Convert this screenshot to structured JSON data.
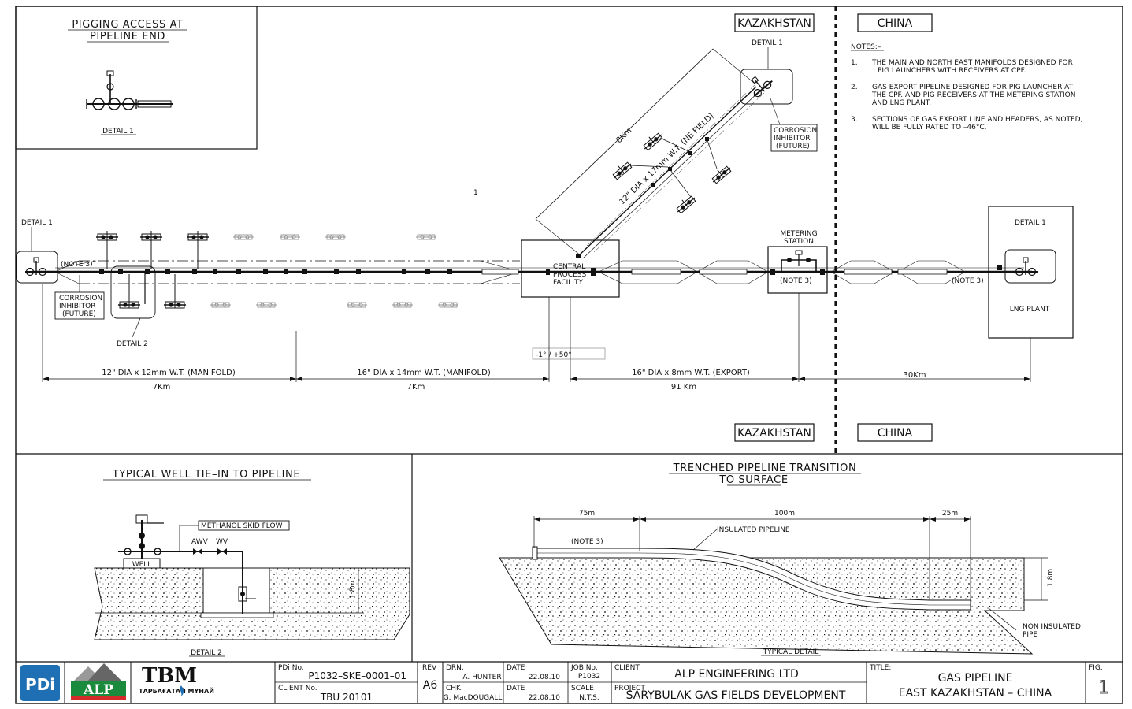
{
  "pigging": {
    "title_line1": "PIGGING ACCESS AT",
    "title_line2": "PIPELINE END",
    "detail_label": "DETAIL 1"
  },
  "country": {
    "left": "KAZAKHSTAN",
    "right": "CHINA"
  },
  "notes": {
    "heading": "NOTES:–",
    "items": [
      {
        "num": "1.",
        "line1": "THE MAIN AND NORTH EAST MANIFOLDS DESIGNED FOR",
        "line2": "PIG LAUNCHERS WITH RECEIVERS AT CPF.",
        "line3": ""
      },
      {
        "num": "2.",
        "line1": "GAS EXPORT PIPELINE DESIGNED FOR PIG LAUNCHER AT",
        "line2": "THE CPF. AND PIG RECEIVERS AT THE METERING STATION",
        "line3": "AND LNG PLANT."
      },
      {
        "num": "3.",
        "line1": "SECTIONS OF GAS EXPORT LINE AND HEADERS, AS NOTED,",
        "line2": "WILL BE FULLY RATED TO –46°C.",
        "line3": ""
      }
    ]
  },
  "main": {
    "detail1": "DETAIL 1",
    "detail2": "DETAIL 2",
    "note3": "(NOTE 3)",
    "sheet_number": "1",
    "corrosion_left": [
      "CORROSION",
      "INHIBITOR",
      "(FUTURE)"
    ],
    "corrosion_right": [
      "CORROSION",
      "INHIBITOR",
      "(FUTURE)"
    ],
    "cpf": [
      "CENTRAL",
      "PROCESS",
      "FACILITY"
    ],
    "metering": [
      "METERING",
      "STATION"
    ],
    "lng_plant": "LNG PLANT",
    "temperature": "-1° / +50°",
    "ne_field_pipe": "12\" DIA x 17mm W.T. (NE FIELD)",
    "ne_field_length": "8Km",
    "sections": [
      {
        "desc": "12\" DIA x 12mm W.T. (MANIFOLD)",
        "length": "7Km"
      },
      {
        "desc": "16\" DIA x 14mm W.T. (MANIFOLD)",
        "length": "7Km"
      },
      {
        "desc": "16\" DIA x 8mm W.T. (EXPORT)",
        "length": "91 Km"
      },
      {
        "desc": "",
        "length": "30Km"
      }
    ]
  },
  "well_tiein": {
    "title": "TYPICAL WELL TIE–IN TO PIPELINE",
    "methanol": "METHANOL SKID FLOW",
    "awv": "AWV",
    "wv": "WV",
    "well": "WELL",
    "depth": "1.8m",
    "detail_label": "DETAIL 2"
  },
  "trench": {
    "title_line1": "TRENCHED PIPELINE TRANSITION",
    "title_line2": "TO SURFACE",
    "dim1": "75m",
    "dim2": "100m",
    "dim3": "25m",
    "insulated": "INSULATED PIPELINE",
    "note3": "(NOTE 3)",
    "depth": "1.8m",
    "non_insulated_line1": "NON INSULATED",
    "non_insulated_line2": "PIPE",
    "detail_label": "TYPICAL DETAIL"
  },
  "titleblock": {
    "logo_pdi": "PDi",
    "logo_alp": "ALP",
    "logo_tbm": "TBM",
    "logo_tbm_sub": "ТАРБАҒАТАЙ МҰНАЙ",
    "pdi_no_label": "PDi No.",
    "pdi_no": "P1032–SKE–0001–01",
    "client_no_label": "CLIENT No.",
    "client_no": "TBU 20101",
    "rev_label": "REV",
    "rev": "A6",
    "drn_label": "DRN.",
    "drn": "A. HUNTER",
    "chk_label": "CHK.",
    "chk": "G. MacDOUGALL",
    "date_label": "DATE",
    "date1": "22.08.10",
    "date2": "22.08.10",
    "job_label": "JOB No.",
    "job": "P1032",
    "scale_label": "SCALE",
    "scale": "N.T.S.",
    "client_label": "CLIENT",
    "client": "ALP ENGINEERING LTD",
    "project_label": "PROJECT",
    "project": "SARYBULAK GAS FIELDS DEVELOPMENT",
    "title_label": "TITLE:",
    "title_line1": "GAS PIPELINE",
    "title_line2": "EAST KAZAKHSTAN – CHINA",
    "fig_label": "FIG.",
    "fig": "1"
  },
  "colors": {
    "line": "#111111",
    "pdi_blue": "#1f6fb5",
    "alp_green": "#1a8a3c",
    "alp_red": "#d42a2a"
  }
}
